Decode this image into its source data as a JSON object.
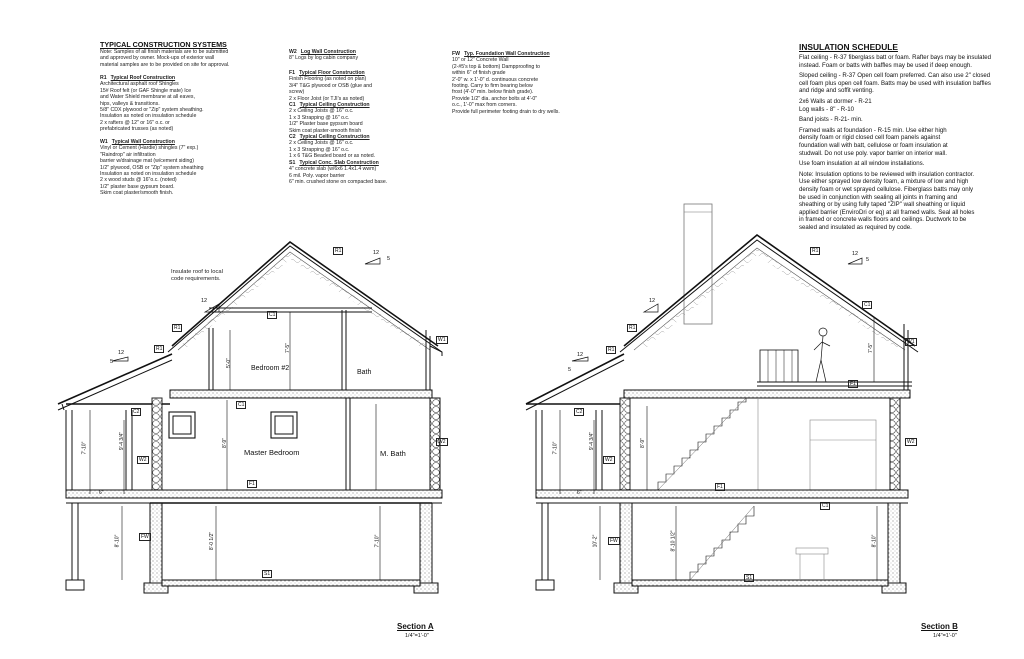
{
  "construction": {
    "title": "TYPICAL CONSTRUCTION SYSTEMS",
    "intro": [
      "Note: Samples of all finish materials are to be submitted",
      "and approved by owner. Mock-ups of exterior wall",
      "material samples are to be provided on site for approval."
    ],
    "r1": {
      "tag": "R1",
      "title": "Typical Roof Construction",
      "lines": [
        "Architectural asphalt roof Shingles",
        "15# Roof felt (or GAF Shingle mate) Ice",
        "and Water Shield membrane at all eaves,",
        "hips, valleys & transitions.",
        "5/8\" CDX plywood or \"Zip\" system sheathing.",
        "Insulation as noted on insulation schedule",
        "2 x  rafters @ 12\" or 16\" o.c. or",
        "prefabricated trusses (as noted)"
      ]
    },
    "w1": {
      "tag": "W1",
      "title": "Typical Wall Construction",
      "lines": [
        "Vinyl or Cement (Hardie) shingles (7\" exp.)",
        "\"Raindrop\" air infiltration",
        "barrier w/drainage mat (w/cement siding)",
        "1/2\" plywood, OSB or \"Zip\" system sheathing",
        "Insulation as noted on insulation schedule",
        "2 x wood studs @ 16\"o.c. (noted)",
        "1/2\" plaster base gypsum board.",
        "Skim coat plaster/smooth finish."
      ]
    },
    "w2": {
      "tag": "W2",
      "title": "Log Wall Construction",
      "lines": [
        "8\" Logs by log cabin company"
      ]
    },
    "f1": {
      "tag": "F1",
      "title": "Typical Floor Construction",
      "lines": [
        "Finish Flooring (as noted on plan)",
        "3/4\" T&G plywood or OSB (glue and",
        "screw)",
        "2 x Floor Joist (or TJI's as noted)"
      ]
    },
    "c1": {
      "tag": "C1",
      "title": "Typical Ceiling Construction",
      "lines": [
        "2 x Ceiling Joists @ 16\" o.c.",
        "1 x 3 Strapping @ 16\" o.c.",
        "1/2\" Plaster base gypsum board",
        "Skim coat plaster-smooth finish"
      ]
    },
    "c2": {
      "tag": "C2",
      "title": "Typical Ceiling Construction",
      "lines": [
        "2 x Ceiling Joists @ 16\" o.c.",
        "1 x 3 Strapping @ 16\" o.c.",
        "1 x 6 T&G Beaded board or as noted."
      ]
    },
    "s1": {
      "tag": "S1",
      "title": "Typical Conc. Slab Construction",
      "lines": [
        "4\" concrete slab (w/6x6 1.4x1.4 wwm)",
        "6 mil. Poly. vapor barrier",
        "6\" min. crushed stone on compacted base."
      ]
    },
    "fw": {
      "tag": "FW",
      "title": "Typ. Foundation Wall Construction",
      "lines": [
        "10\" or 12\" Concrete Wall",
        "(2-#5's top & bottom) Dampproofing to",
        "within 6\" of finish grade",
        "2'-0\" w. x 1'-0\" d. continuous concrete",
        "footing. Carry to firm bearing below",
        "frost (4'-0\" min. below finish grade).",
        "Provide 1/2\" dia. anchor bolts at 4'-0\"",
        "o.c., 1'-0\" max from corners.",
        "Provide full perimeter footing drain to dry wells."
      ]
    }
  },
  "insulation": {
    "title": "INSULATION SCHEDULE",
    "lines": [
      "Flat ceiling  - R-37  fiberglass batt or foam.  Rafter bays may be insulated",
      "instead.  Foam or batts with baffles may be used if deep enough.",
      "",
      "Sloped ceiling   - R-37  Open cell foam preferred.  Can also use 2\" closed",
      "cell foam plus open cell foam.  Batts may be used with insulation baffles",
      "and ridge and soffit venting.",
      "",
      "2x6 Walls at dormer  - R-21",
      "Log walls - 8\"  - R-10",
      "",
      "Band joists  - R-21-  min.",
      "",
      "Framed walls at foundation - R-15 min. Use either high",
      "density foam or rigid closed cell foam panels against",
      "foundation wall with batt, cellulose or foam insulation at",
      "studwall.  Do not use poly. vapor barrier on interior wall.",
      "",
      "Use foam insulation at all window installations.",
      "",
      "Note:  Insulation options to be reviewed with insulation contractor.",
      "Use either sprayed low density foam, a mixture of low and high",
      "density foam or wet sprayed cellulose.  Fiberglass batts may only",
      "be used in conjunction with sealing all joints in framing and",
      "sheathing or by using fully taped \"ZIP\" wall sheathing or liquid",
      "applied barrier (EnviroDri or eq) at all framed walls.  Seal all holes",
      "in framed or concrete walls floors and ceilings.  Ductwork to be",
      "sealed and insulated as required by code."
    ]
  },
  "section_a": {
    "title": "Section A",
    "scale": "1/4\"=1'-0\"",
    "note_lines": [
      "Insulate roof to local",
      "code requirements."
    ],
    "rooms": {
      "bedroom2": "Bedroom #2",
      "bath": "Bath",
      "master": "Master Bedroom",
      "mbath": "M. Bath"
    },
    "tags": {
      "r1": "R1",
      "c1": "C1",
      "c2": "C2",
      "w1": "W1",
      "w2": "W2",
      "f1": "F1",
      "s1": "S1",
      "fw": "FW"
    },
    "pitch": {
      "rise": "12",
      "run": "5"
    },
    "dims": {
      "d1": "7'-5\"",
      "d2": "5'-0\"",
      "d3": "7'-10\"",
      "d4": "9'-4 3/4\"",
      "d5": "8'-9\"",
      "d6": "6\"",
      "d7": "7'-10\"",
      "d8": "8'-0 1/2\"",
      "d9": "8'-10\""
    }
  },
  "section_b": {
    "title": "Section B",
    "scale": "1/4\"=1'-0\"",
    "tags": {
      "r1": "R1",
      "c1": "C1",
      "c2": "C2",
      "w1": "W1",
      "w2": "W2",
      "f1": "F1",
      "s1": "S1",
      "fw": "FW"
    },
    "pitch": {
      "rise": "12",
      "run": "5"
    },
    "dims": {
      "d1": "7'-5\"",
      "d2": "7'-10\"",
      "d3": "9'-4 3/4\"",
      "d4": "8'-9\"",
      "d5": "6\"",
      "d6": "10'-2\"",
      "d7": "8'-10 1/2\"",
      "d8": "8'-10\""
    }
  }
}
